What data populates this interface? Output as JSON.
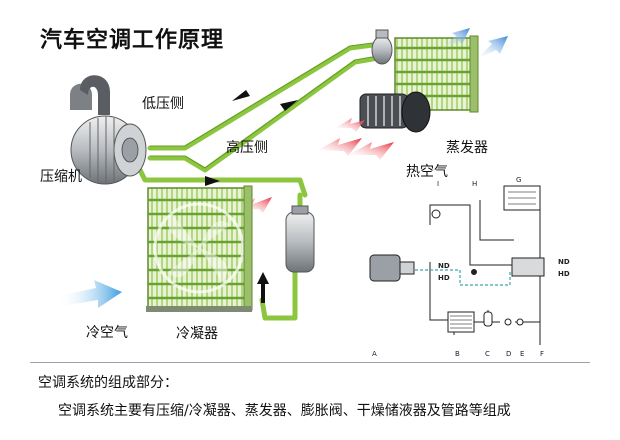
{
  "title": "汽车空调工作原理",
  "labels": {
    "low_pressure_side": "低压侧",
    "high_pressure_side": "高压侧",
    "compressor": "压缩机",
    "evaporator": "蒸发器",
    "hot_air": "热空气",
    "cold_air": "冷空气",
    "condenser": "冷凝器"
  },
  "schematic": {
    "component_letters": [
      "A",
      "B",
      "C",
      "D",
      "E",
      "F",
      "G",
      "H",
      "I"
    ],
    "pressure_labels": [
      "ND",
      "HD",
      "ND",
      "HD"
    ]
  },
  "composition": {
    "heading": "空调系统的组成部分：",
    "body": "空调系统主要有压缩/冷凝器、蒸发器、膨胀阀、干燥储液器及管路等组成"
  },
  "colors": {
    "pipe_green": "#8cc63f",
    "hot_arrow": "#e8303a",
    "cold_arrow": "#3a9be0",
    "schematic_low_pressure": "#3aa7a7"
  }
}
